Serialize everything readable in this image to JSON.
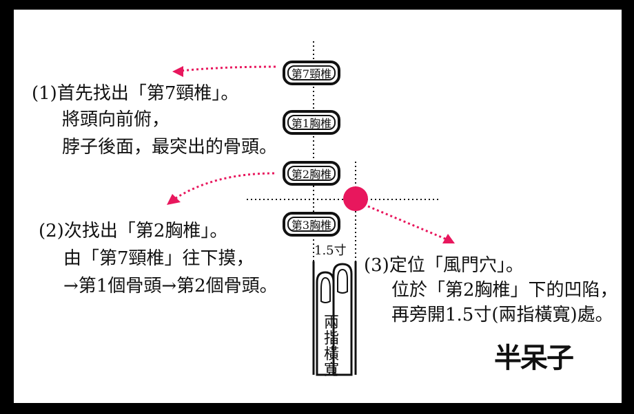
{
  "vertebrae": [
    {
      "label": "第7頸椎"
    },
    {
      "label": "第1胸椎"
    },
    {
      "label": "第2胸椎"
    },
    {
      "label": "第3胸椎"
    }
  ],
  "steps": {
    "step1": [
      "(1)首先找出「第7頸椎」。",
      "將頭向前俯，",
      "脖子後面，最突出的骨頭。"
    ],
    "step2": [
      "(2)次找出「第2胸椎」。",
      "由「第7頸椎」往下摸，",
      "→第1個骨頭→第2個骨頭。"
    ],
    "step3": [
      "(3)定位「風門穴」。",
      "位於「第2胸椎」下的凹陷，",
      "再旁開1.5寸(兩指橫寬)處。"
    ]
  },
  "measurement_label": "1.5寸",
  "finger_label": "兩指橫寬",
  "logo_text": "半呆子",
  "colors": {
    "accent": "#e8175d",
    "ink": "#111111",
    "background": "#000000",
    "panel": "#ffffff"
  }
}
